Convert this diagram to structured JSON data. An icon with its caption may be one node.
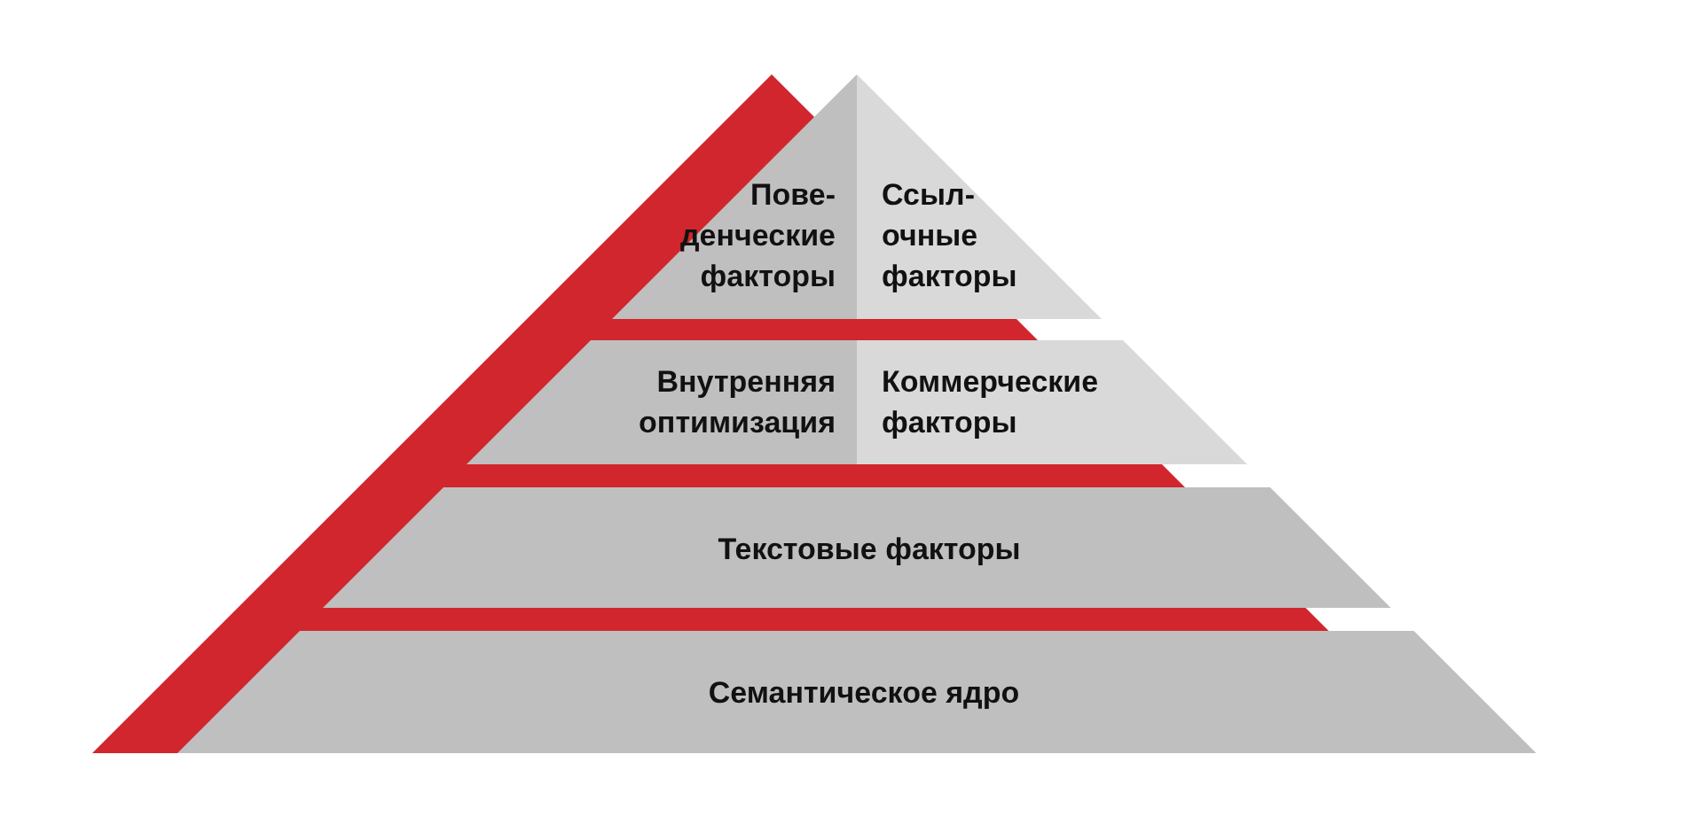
{
  "diagram": {
    "nodes": [
      {
        "text": [
          "Пове- денческие факторы"
        ]
      },
      {
        "text": [
          "Ссыл- очные факторы"
        ]
      },
      {
        "text": [
          "Внутренняя оптимизация"
        ]
      },
      {
        "text": [
          "Коммерческие факторы"
        ]
      },
      {
        "text": [
          "Текстовые факторы"
        ]
      },
      {
        "text": [
          "Семантическое ядро"
        ]
      }
    ]
  }
}
